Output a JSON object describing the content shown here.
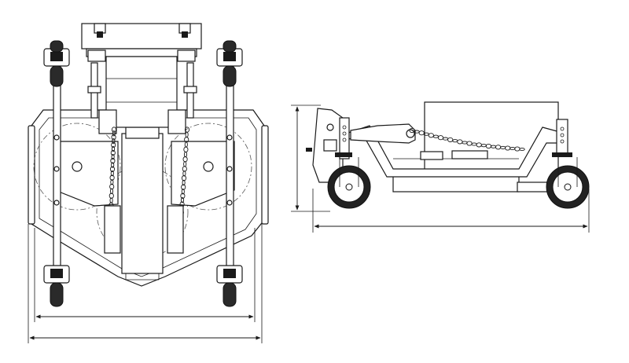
{
  "figure": {
    "kind": "technical-drawing",
    "views": [
      "top-view",
      "side-view"
    ],
    "line_color": "#1a1a1a",
    "background": "#ffffff",
    "dimension_lines": {
      "top_view": [
        "inner-width",
        "overall-width"
      ],
      "side_view": [
        "overall-length",
        "overall-height"
      ]
    },
    "labels": []
  }
}
